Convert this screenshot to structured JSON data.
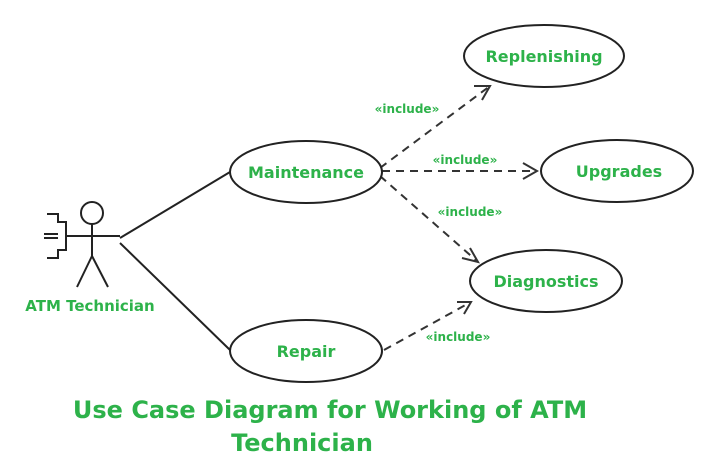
{
  "actor": {
    "label": "ATM Technician",
    "icon": "stick-figure-actor-icon"
  },
  "use_cases": {
    "maintenance": "Maintenance",
    "repair": "Repair",
    "replenishing": "Replenishing",
    "upgrades": "Upgrades",
    "diagnostics": "Diagnostics"
  },
  "relations": {
    "include_replenishing": "«include»",
    "include_upgrades": "«include»",
    "include_diagnostics": "«include»",
    "include_repair_diagnostics": "«include»"
  },
  "caption": {
    "line1": "Use Case Diagram for Working of ATM",
    "line2": "Technician"
  },
  "colors": {
    "text_green": "#2db24a",
    "line": "#222222",
    "background": "#ffffff"
  }
}
